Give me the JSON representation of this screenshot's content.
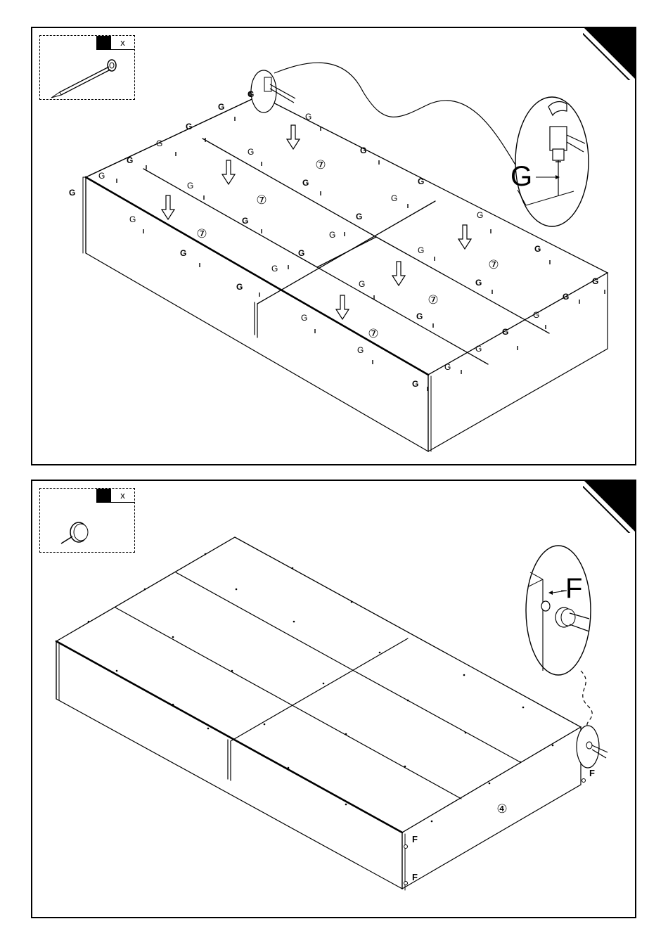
{
  "panels": [
    {
      "parts": {
        "qty_mark": "x",
        "part_icon": "nail-icon"
      },
      "board_number": "⑦",
      "fastener_label": "G",
      "detail_label": "G"
    },
    {
      "parts": {
        "qty_mark": "x",
        "part_icon": "pin-icon"
      },
      "board_number": "④",
      "fastener_label": "F",
      "detail_label": "F"
    }
  ],
  "colors": {
    "ink": "#000000",
    "paper": "#ffffff"
  }
}
